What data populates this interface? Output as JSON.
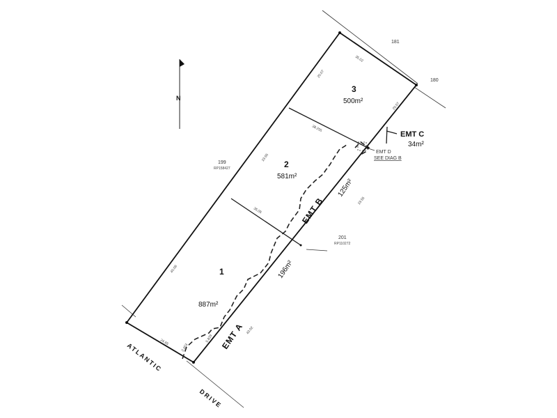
{
  "lots": [
    {
      "number": "1",
      "area": "887m²"
    },
    {
      "number": "2",
      "area": "581m²"
    },
    {
      "number": "3",
      "area": "500m²"
    }
  ],
  "easements": {
    "a": {
      "label": "EMT A"
    },
    "b": {
      "label": "EMT B",
      "area": "125m²"
    },
    "a_area": "196m²",
    "c": {
      "label": "EMT C",
      "area": "34m²"
    },
    "d": {
      "label": "EMT D",
      "note": "SEE DIAG B"
    }
  },
  "adjoining_lots": {
    "lot_181": "181",
    "lot_180": "180",
    "lot_199": "199",
    "lot_199_plan": "RP158427",
    "lot_201": "201",
    "lot_201_plan": "RP110272"
  },
  "road": {
    "word1": "ATLANTIC",
    "word2": "DRIVE"
  },
  "north_arrow": {
    "label": "N"
  },
  "dimensions": {
    "lot3_top": "35.02",
    "lot3_west": "20.07",
    "lot3_east": "20.07",
    "lot2_west": "19.55",
    "lot2_east": "19.55",
    "lot12_west": "40.06",
    "lot12_east": "40.02",
    "front": "24.65",
    "emt_seg1": "2.453",
    "emt_seg2": "5.829",
    "lot2_bearing": "38.255",
    "lot1_bearing": "35.05"
  }
}
